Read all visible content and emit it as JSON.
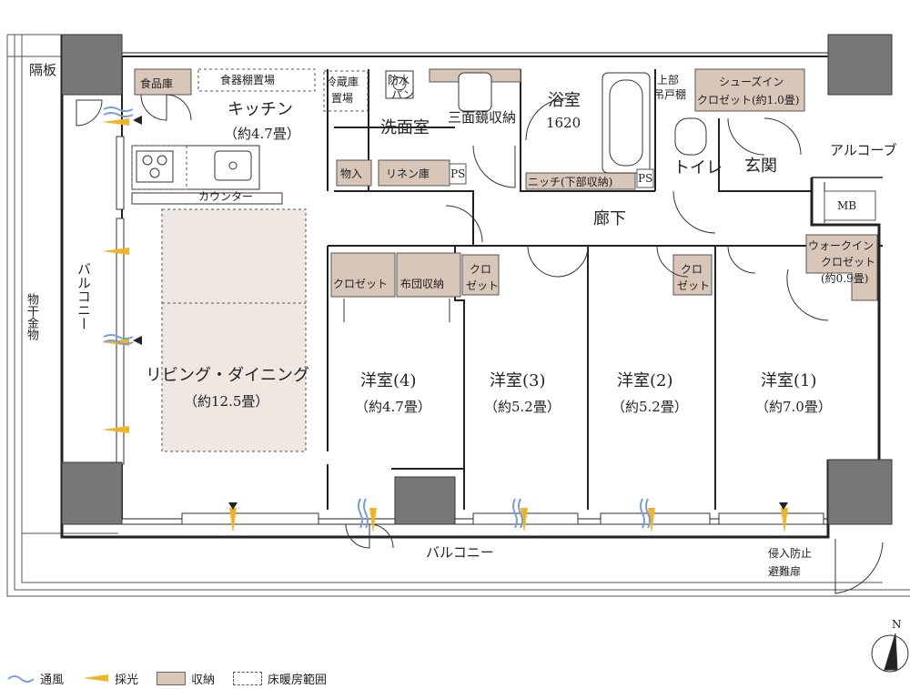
{
  "rooms": {
    "kitchen": {
      "name": "キッチン",
      "size": "（約4.7畳）"
    },
    "living": {
      "name": "リビング・ダイニング",
      "size": "（約12.5畳）"
    },
    "western4": {
      "name": "洋室(4)",
      "size": "（約4.7畳）"
    },
    "western3": {
      "name": "洋室(3)",
      "size": "（約5.2畳）"
    },
    "western2": {
      "name": "洋室(2)",
      "size": "（約5.2畳）"
    },
    "western1": {
      "name": "洋室(1)",
      "size": "（約7.0畳）"
    },
    "bath": {
      "name": "浴室",
      "size": "1620"
    },
    "washroom": {
      "name": "洗面室"
    },
    "toilet": {
      "name": "トイレ"
    },
    "entrance": {
      "name": "玄関"
    },
    "hallway": {
      "name": "廊下"
    },
    "alcove": {
      "name": "アルコーブ"
    }
  },
  "storage": {
    "pantry": "食品庫",
    "shoe_closet": "シューズイン",
    "shoe_closet2": "クロゼット(約1.0畳)",
    "linen": "リネン庫",
    "misc": "物入",
    "closet4": "クロゼット",
    "futon": "布団収納",
    "closet3_a": "クロ",
    "closet3_b": "ゼット",
    "closet2_a": "クロ",
    "closet2_b": "ゼット",
    "wic_a": "ウォークイン",
    "wic_b": "クロゼット",
    "wic_c": "(約0.9畳)"
  },
  "labels": {
    "dish_shelf": "食器棚置場",
    "fridge_a": "冷蔵庫",
    "fridge_b": "置場",
    "washer_a": "防水",
    "washer_b": "パン",
    "mirror": "三面鏡収納",
    "counter": "カウンター",
    "niche": "ニッチ(下部収納)",
    "ps1": "PS",
    "ps2": "PS",
    "upper_a": "上部",
    "upper_b": "吊戸棚",
    "mb": "MB",
    "partition": "隔板",
    "balcony_left": "バルコニー",
    "drying": "物干金物",
    "balcony_bottom": "バルコニー",
    "escape_a": "侵入防止",
    "escape_b": "避難扉",
    "north": "N"
  },
  "legend": {
    "ventilation": "通風",
    "light": "採光",
    "storage": "収納",
    "floor_heating": "床暖房範囲"
  },
  "colors": {
    "storage_fill": "#d8c6b9",
    "living_fill": "#efe7e2",
    "pillar": "#777777",
    "light_arrow": "#f0b429",
    "ventilation": "#7a9fd8"
  }
}
